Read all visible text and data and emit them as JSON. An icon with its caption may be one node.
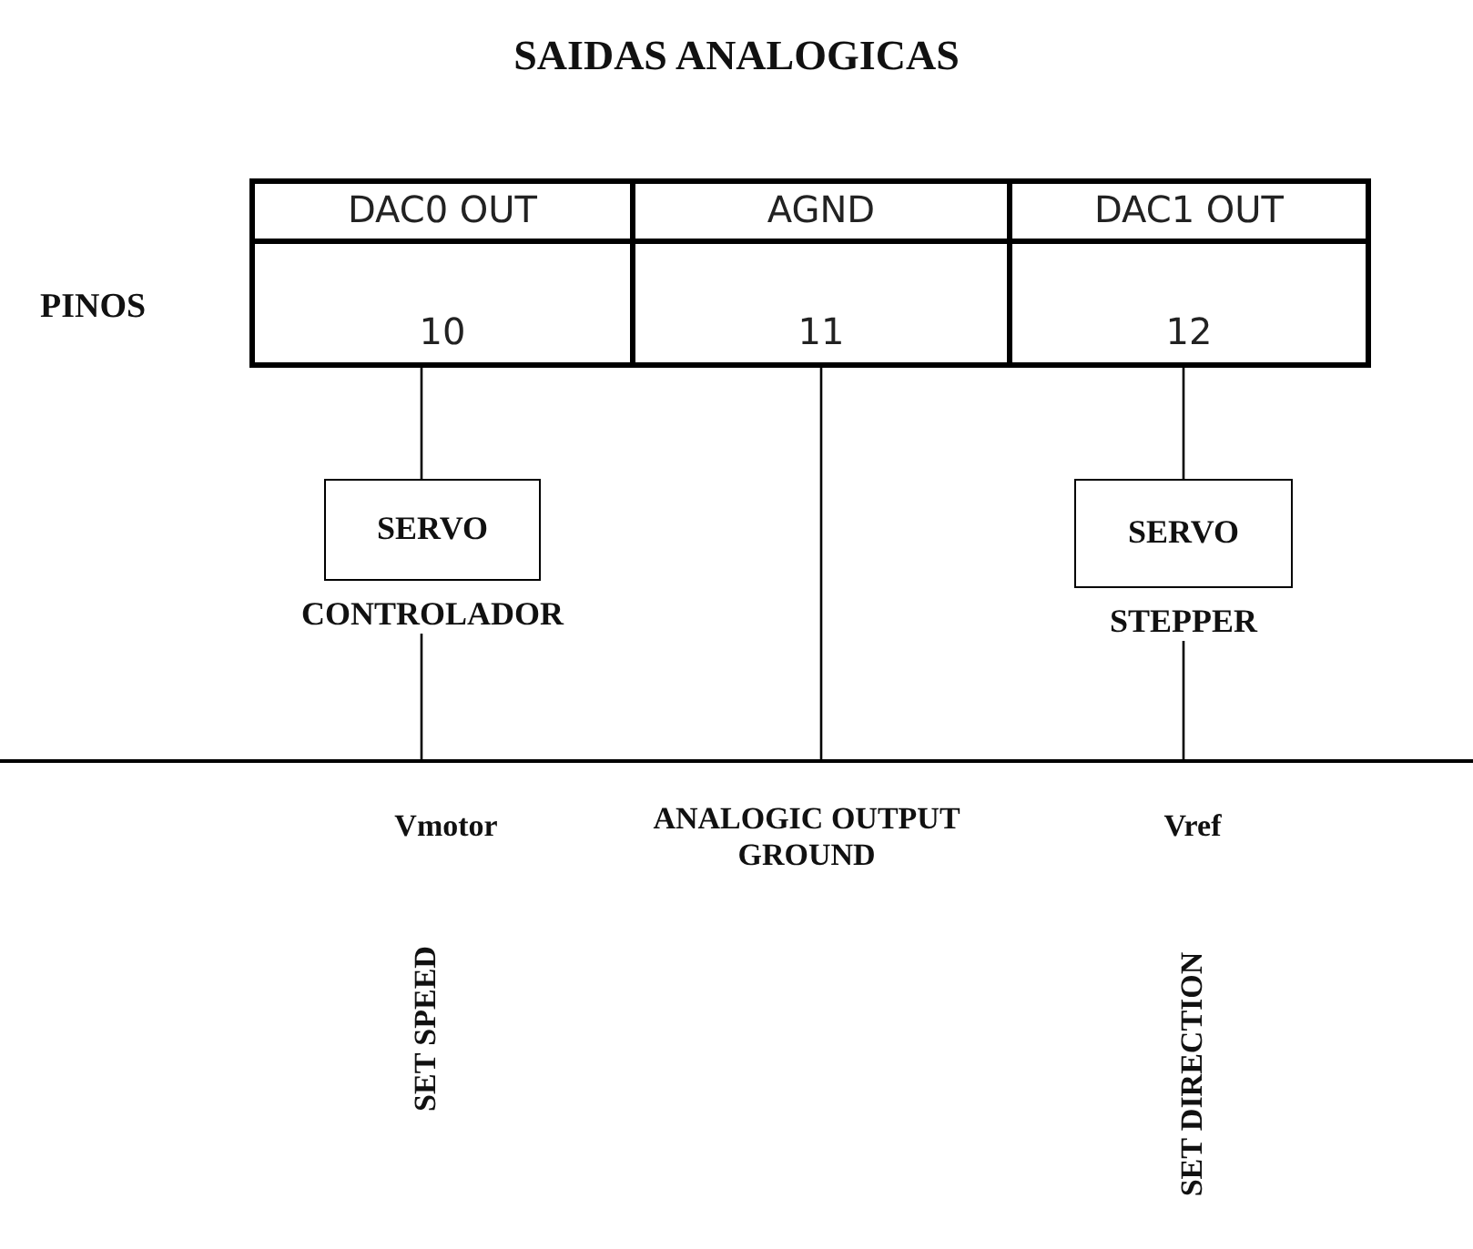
{
  "diagram": {
    "title": "SAIDAS ANALOGICAS",
    "nodes": [
      {
        "text": [
          "DAC0 OUT"
        ]
      },
      {
        "text": [
          "AGND"
        ]
      },
      {
        "text": [
          "DAC1 OUT"
        ]
      },
      {
        "text": [
          "10"
        ]
      },
      {
        "text": [
          "11"
        ]
      },
      {
        "text": [
          "12"
        ]
      },
      {
        "text": [
          "SERVO"
        ],
        "beside": [
          "CONTROLADOR"
        ]
      },
      {
        "text": [
          "SERVO"
        ],
        "beside": [
          "STEPPER"
        ]
      },
      {
        "text": [],
        "shape": "bar"
      }
    ],
    "edges": [
      {
        "from": 3,
        "to": 6,
        "arrow": "none"
      },
      {
        "from": 6,
        "to": 8,
        "arrow": "none"
      },
      {
        "from": 4,
        "to": 8,
        "arrow": "none"
      },
      {
        "from": 5,
        "to": 7,
        "arrow": "none"
      },
      {
        "from": 7,
        "to": 8,
        "arrow": "none"
      }
    ],
    "labels": [
      "PINOS",
      "Vmotor",
      "ANALOGIC OUTPUT GROUND",
      "Vref",
      "SET SPEED",
      "SET DIRECTION"
    ]
  }
}
